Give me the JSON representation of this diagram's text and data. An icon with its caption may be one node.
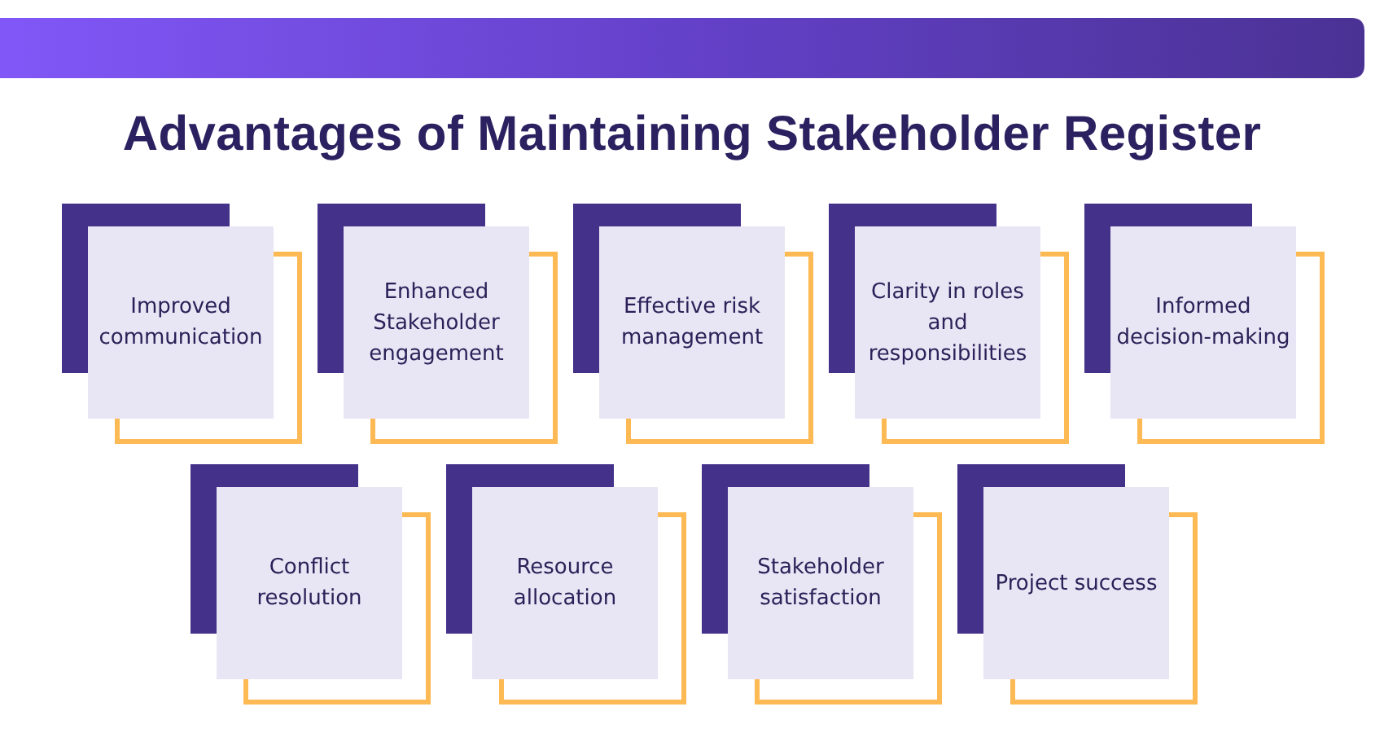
{
  "diagram": {
    "title": "Advantages of Maintaining Stakeholder Register",
    "nodes": [
      {
        "text": [
          "Improved communication"
        ]
      },
      {
        "text": [
          "Enhanced Stakeholder engagement"
        ]
      },
      {
        "text": [
          "Effective risk management"
        ]
      },
      {
        "text": [
          "Clarity in roles and responsibilities"
        ]
      },
      {
        "text": [
          "Informed decision-making"
        ]
      },
      {
        "text": [
          "Conflict resolution"
        ]
      },
      {
        "text": [
          "Resource allocation"
        ]
      },
      {
        "text": [
          "Stakeholder satisfaction"
        ]
      },
      {
        "text": [
          "Project success"
        ]
      }
    ]
  }
}
